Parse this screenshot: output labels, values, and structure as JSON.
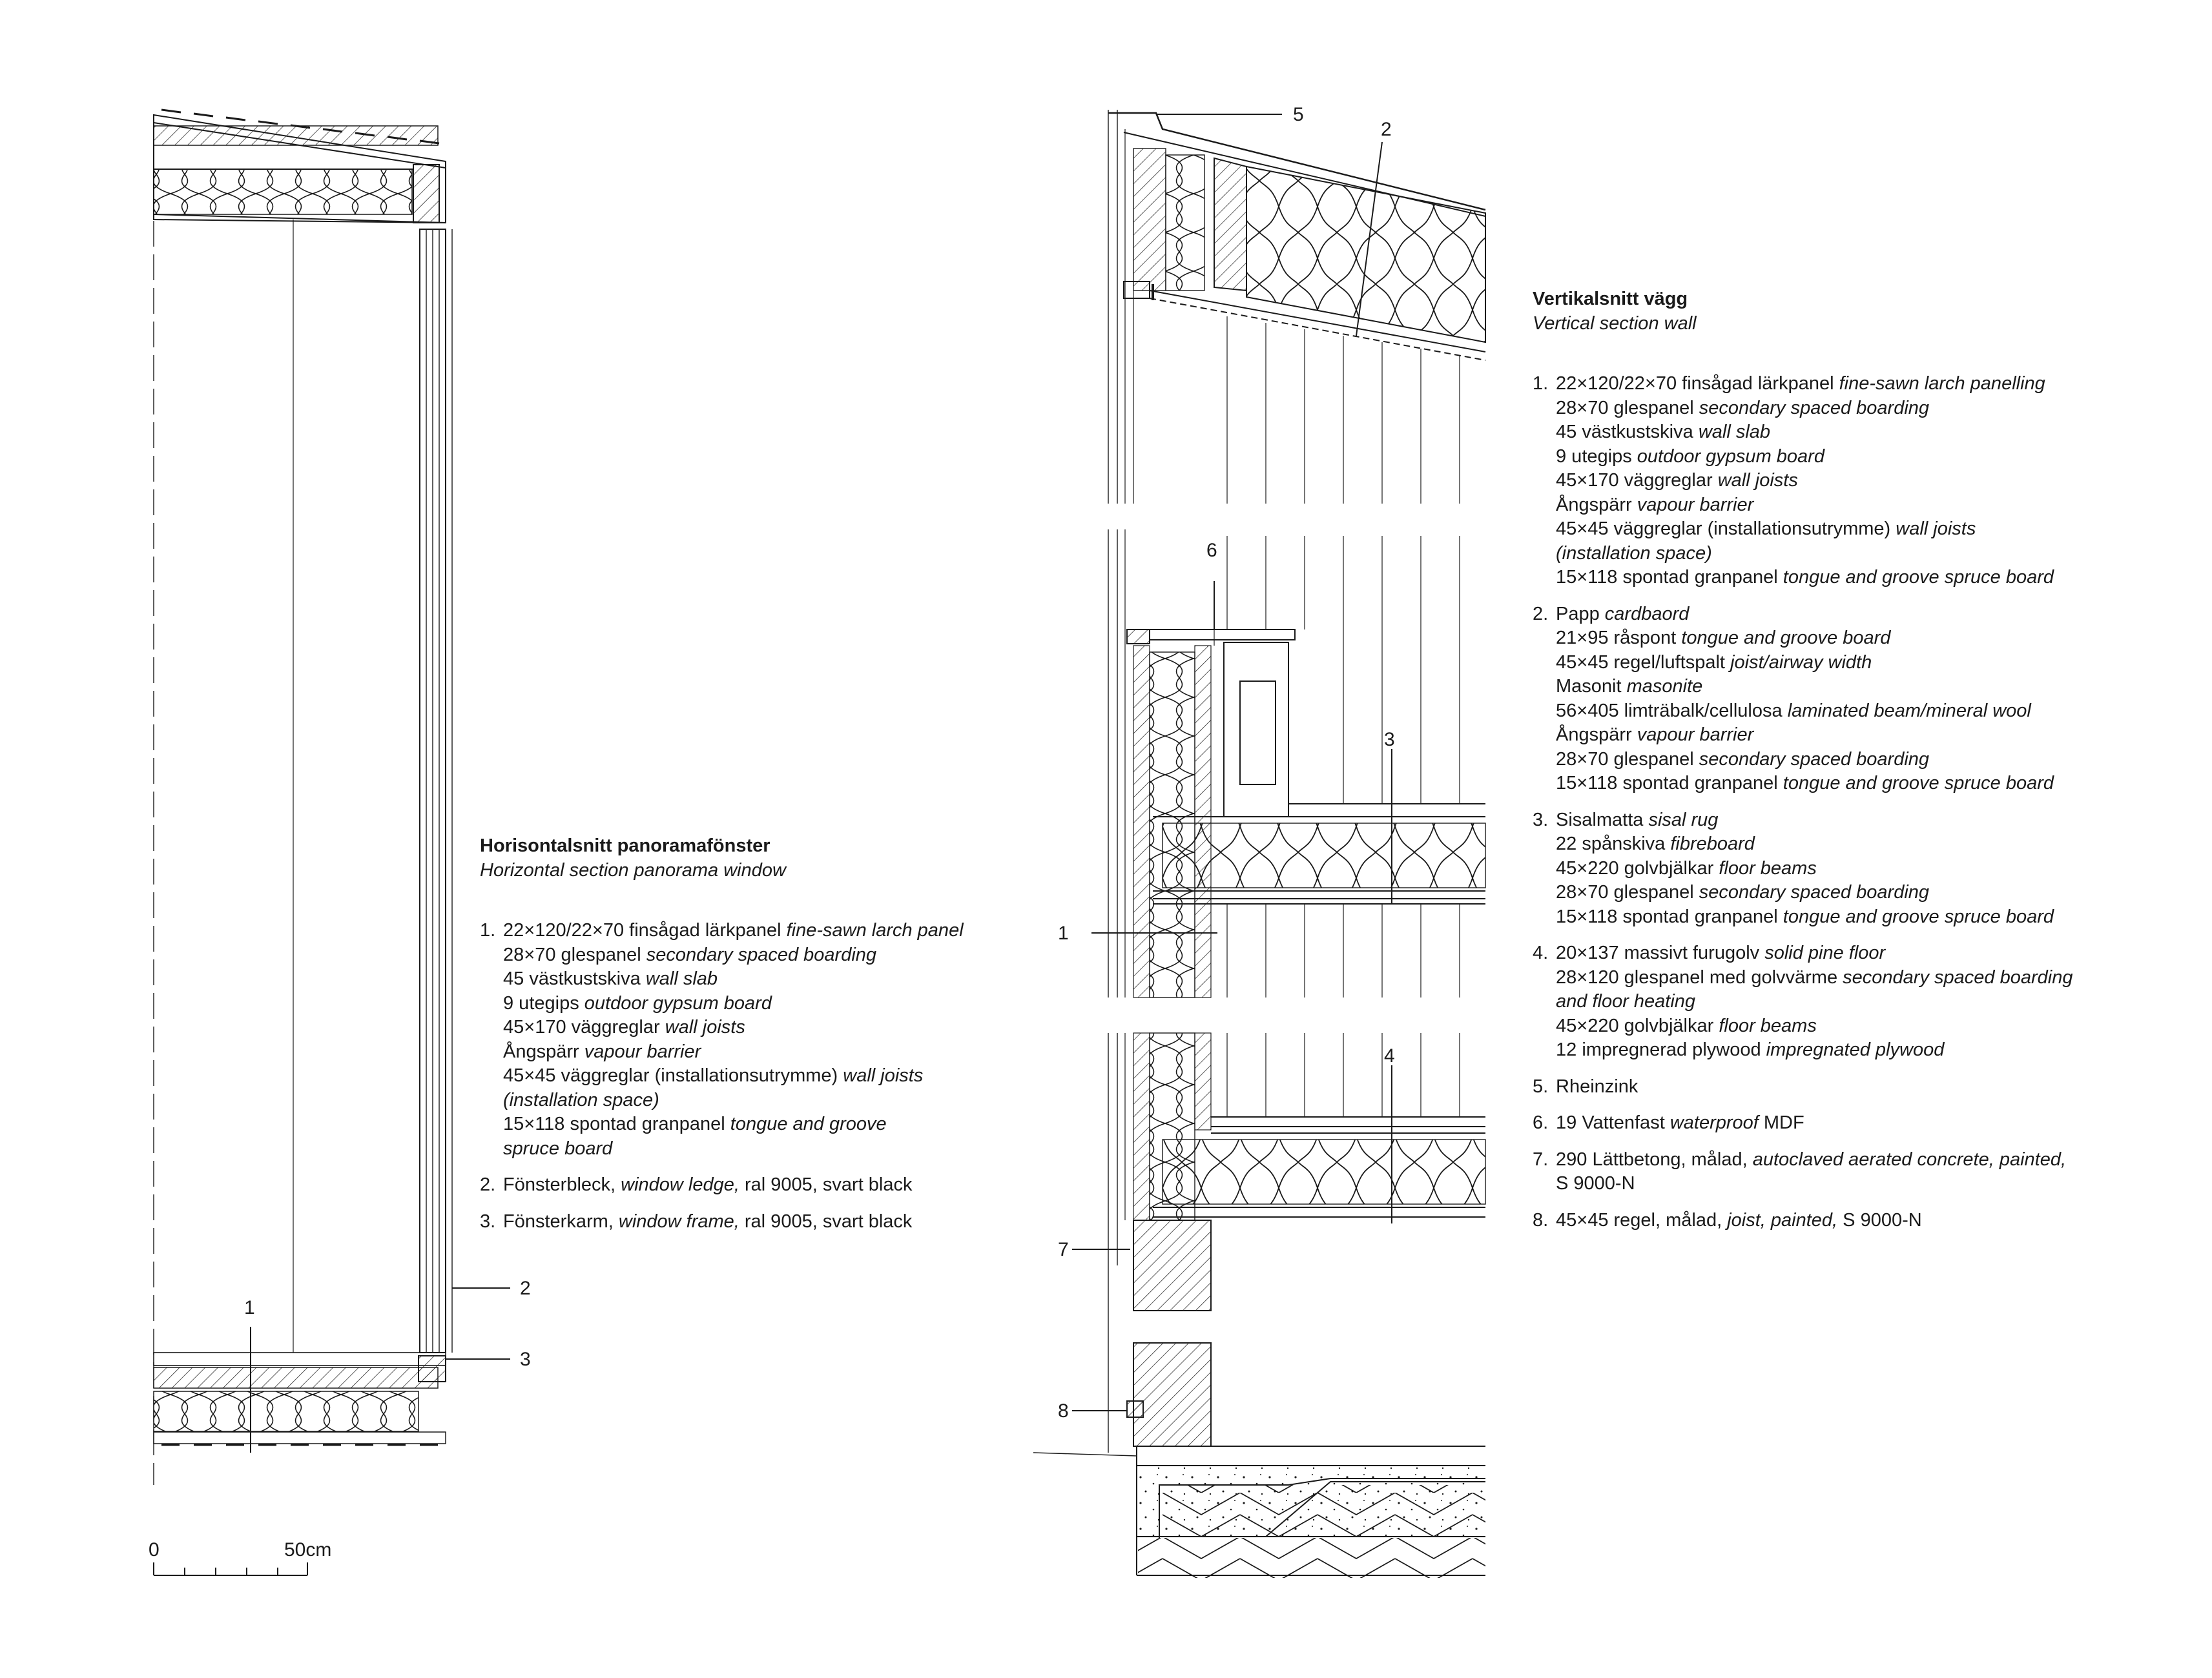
{
  "horizontal": {
    "title": "Horisontalsnitt panoramafönster",
    "subtitle": "Horizontal section panorama window",
    "items": [
      {
        "num": "1.",
        "lines": [
          {
            "sv": "22×120/22×70 finsågad lärkpanel ",
            "en": "fine-sawn larch panel",
            "suffix": ""
          },
          {
            "sv": "28×70 glespanel ",
            "en": "secondary spaced boarding",
            "suffix": ""
          },
          {
            "sv": "45 västkustskiva ",
            "en": "wall slab",
            "suffix": ""
          },
          {
            "sv": "9 utegips ",
            "en": "outdoor gypsum board",
            "suffix": ""
          },
          {
            "sv": "45×170 väggreglar ",
            "en": "wall joists",
            "suffix": ""
          },
          {
            "sv": "Ångspärr ",
            "en": "vapour barrier",
            "suffix": ""
          },
          {
            "sv": "45×45 väggreglar (installationsutrymme) ",
            "en": "wall joists",
            "suffix": ""
          },
          {
            "sv": "",
            "en": "(installation space)",
            "suffix": ""
          },
          {
            "sv": "15×118 spontad granpanel ",
            "en": "tongue and groove",
            "suffix": ""
          },
          {
            "sv": "",
            "en": "spruce board",
            "suffix": ""
          }
        ]
      },
      {
        "num": "2.",
        "lines": [
          {
            "sv": "Fönsterbleck, ",
            "en": "window ledge,",
            "suffix": " ral 9005, svart black"
          }
        ]
      },
      {
        "num": "3.",
        "lines": [
          {
            "sv": "Fönsterkarm, ",
            "en": "window frame,",
            "suffix": " ral 9005, svart black"
          }
        ]
      }
    ]
  },
  "vertical": {
    "title": "Vertikalsnitt vägg",
    "subtitle": "Vertical section wall",
    "items": [
      {
        "num": "1.",
        "lines": [
          {
            "sv": "22×120/22×70 finsågad lärkpanel ",
            "en": "fine-sawn larch panelling",
            "suffix": ""
          },
          {
            "sv": "28×70 glespanel ",
            "en": "secondary spaced boarding",
            "suffix": ""
          },
          {
            "sv": "45 västkustskiva ",
            "en": "wall slab",
            "suffix": ""
          },
          {
            "sv": "9 utegips ",
            "en": "outdoor gypsum board",
            "suffix": ""
          },
          {
            "sv": "45×170 väggreglar ",
            "en": "wall joists",
            "suffix": ""
          },
          {
            "sv": "Ångspärr ",
            "en": "vapour barrier",
            "suffix": ""
          },
          {
            "sv": "45×45 väggreglar (installationsutrymme) ",
            "en": "wall joists",
            "suffix": ""
          },
          {
            "sv": "",
            "en": "(installation space)",
            "suffix": ""
          },
          {
            "sv": "15×118 spontad granpanel ",
            "en": "tongue and groove spruce board",
            "suffix": ""
          }
        ]
      },
      {
        "num": "2.",
        "lines": [
          {
            "sv": "Papp ",
            "en": "cardbaord",
            "suffix": ""
          },
          {
            "sv": "21×95 råspont ",
            "en": "tongue and groove board",
            "suffix": ""
          },
          {
            "sv": "45×45 regel/luftspalt ",
            "en": "joist/airway width",
            "suffix": ""
          },
          {
            "sv": "Masonit ",
            "en": "masonite",
            "suffix": ""
          },
          {
            "sv": "56×405 limträbalk/cellulosa ",
            "en": "laminated beam/mineral wool",
            "suffix": ""
          },
          {
            "sv": "Ångspärr ",
            "en": "vapour barrier",
            "suffix": ""
          },
          {
            "sv": "28×70 glespanel ",
            "en": "secondary spaced boarding",
            "suffix": ""
          },
          {
            "sv": "15×118 spontad granpanel ",
            "en": "tongue and groove spruce board",
            "suffix": ""
          }
        ]
      },
      {
        "num": "3.",
        "lines": [
          {
            "sv": "Sisalmatta ",
            "en": "sisal rug",
            "suffix": ""
          },
          {
            "sv": "22 spånskiva ",
            "en": "fibreboard",
            "suffix": ""
          },
          {
            "sv": "45×220 golvbjälkar ",
            "en": "floor beams",
            "suffix": ""
          },
          {
            "sv": "28×70 glespanel ",
            "en": "secondary spaced boarding",
            "suffix": ""
          },
          {
            "sv": "15×118 spontad granpanel ",
            "en": "tongue and groove spruce board",
            "suffix": ""
          }
        ]
      },
      {
        "num": "4.",
        "lines": [
          {
            "sv": "20×137 massivt furugolv ",
            "en": "solid pine floor",
            "suffix": ""
          },
          {
            "sv": "28×120 glespanel med golvvärme ",
            "en": "secondary spaced boarding",
            "suffix": ""
          },
          {
            "sv": "",
            "en": "and floor heating",
            "suffix": ""
          },
          {
            "sv": "45×220 golvbjälkar ",
            "en": "floor beams",
            "suffix": ""
          },
          {
            "sv": "12 impregnerad plywood ",
            "en": "impregnated plywood",
            "suffix": ""
          }
        ]
      },
      {
        "num": "5.",
        "lines": [
          {
            "sv": "Rheinzink",
            "en": "",
            "suffix": ""
          }
        ]
      },
      {
        "num": "6.",
        "lines": [
          {
            "sv": "19 Vattenfast ",
            "en": "waterproof",
            "suffix": " MDF"
          }
        ]
      },
      {
        "num": "7.",
        "lines": [
          {
            "sv": "290 Lättbetong, målad, ",
            "en": "autoclaved aerated concrete, painted,",
            "suffix": ""
          },
          {
            "sv": "S 9000-N",
            "en": "",
            "suffix": ""
          }
        ]
      },
      {
        "num": "8.",
        "lines": [
          {
            "sv": "45×45 regel, målad, ",
            "en": "joist, painted,",
            "suffix": " S 9000-N"
          }
        ]
      }
    ]
  },
  "callouts_horizontal": [
    "1",
    "2",
    "3"
  ],
  "callouts_vertical": [
    "1",
    "2",
    "3",
    "4",
    "5",
    "6",
    "7",
    "8"
  ],
  "scale_bar": {
    "start_label": "0",
    "end_label": "50cm"
  },
  "colors": {
    "ink": "#1a1a1a",
    "background": "#ffffff"
  }
}
